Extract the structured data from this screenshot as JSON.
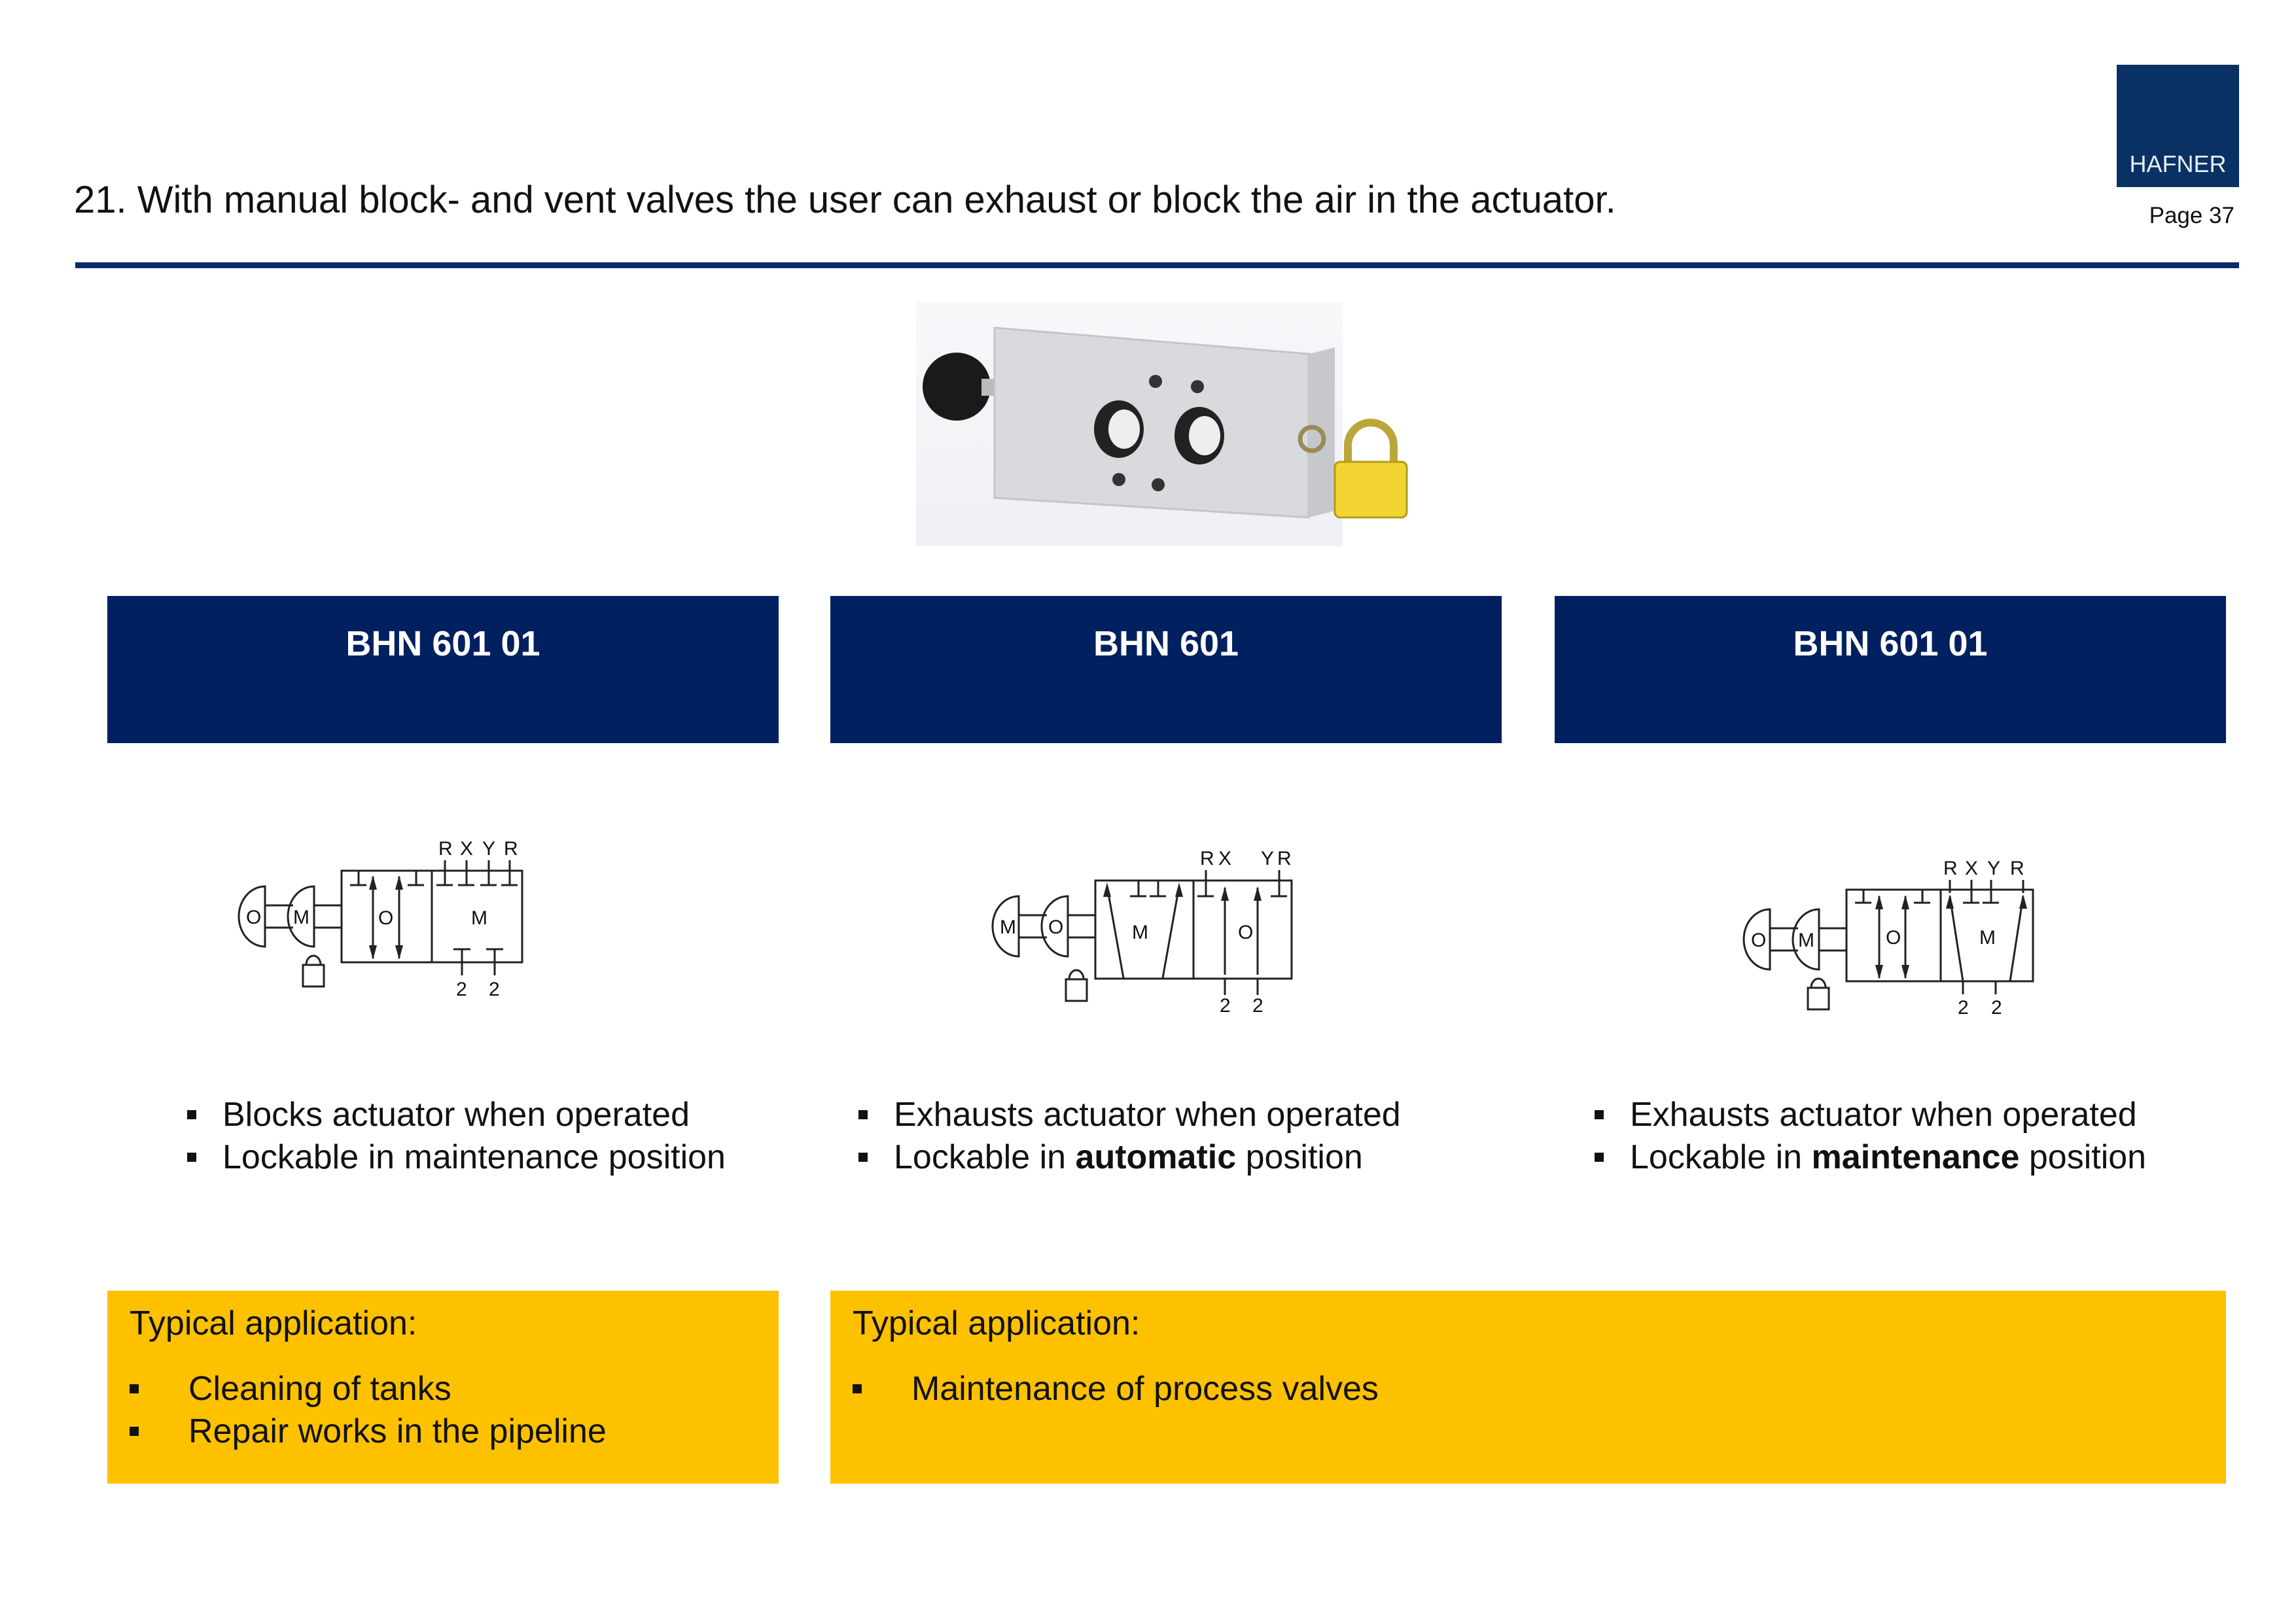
{
  "header": {
    "title": "21. With manual block- and vent valves the user can exhaust or block the air in the actuator.",
    "logo": "HAFNER",
    "page": "Page 37"
  },
  "colors": {
    "navy": "#00205f",
    "yellow": "#fdc100"
  },
  "columns": [
    {
      "name": "BHN 601 01",
      "diagram": {
        "knobs": [
          "O",
          "M"
        ],
        "cells": [
          "O",
          "M"
        ],
        "ports_top": [
          "R",
          "X",
          "Y",
          "R"
        ],
        "ports_bottom": [
          "2",
          "2"
        ]
      },
      "bullets": [
        [
          {
            "t": "Blocks actuator when operated"
          }
        ],
        [
          {
            "t": "Lockable in maintenance position"
          }
        ]
      ]
    },
    {
      "name": "BHN 601",
      "diagram": {
        "knobs": [
          "M",
          "O"
        ],
        "cells": [
          "M",
          "O"
        ],
        "ports_top": [
          "R",
          "X",
          "Y",
          "R"
        ],
        "ports_bottom": [
          "2",
          "2"
        ]
      },
      "bullets": [
        [
          {
            "t": "Exhausts actuator when operated"
          }
        ],
        [
          {
            "t": "Lockable in "
          },
          {
            "t": "automatic",
            "b": true
          },
          {
            "t": " position"
          }
        ]
      ]
    },
    {
      "name": "BHN 601 01",
      "diagram": {
        "knobs": [
          "O",
          "M"
        ],
        "cells": [
          "O",
          "M"
        ],
        "ports_top": [
          "R",
          "X",
          "Y",
          "R"
        ],
        "ports_bottom": [
          "2",
          "2"
        ]
      },
      "bullets": [
        [
          {
            "t": "Exhausts actuator when operated"
          }
        ],
        [
          {
            "t": "Lockable in "
          },
          {
            "t": "maintenance",
            "b": true
          },
          {
            "t": " position"
          }
        ]
      ]
    }
  ],
  "applications": [
    {
      "label": "Typical application:",
      "items": [
        "Cleaning of tanks",
        "Repair works in the pipeline"
      ]
    },
    {
      "label": "Typical application:",
      "items": [
        "Maintenance of process valves"
      ]
    }
  ]
}
